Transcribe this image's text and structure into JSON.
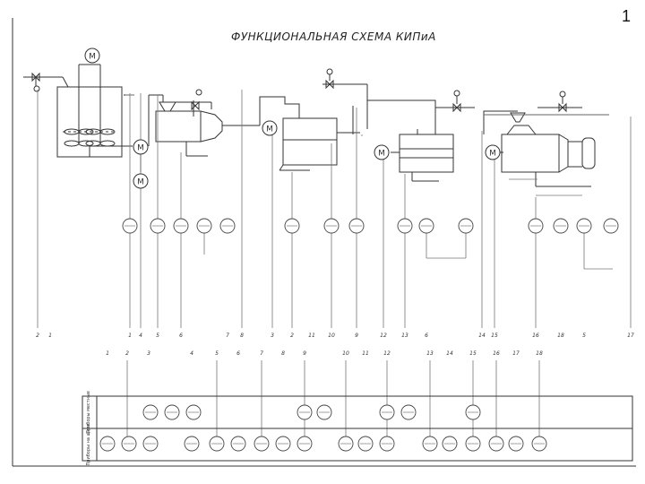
{
  "page_number": "1",
  "title": "ФУНКЦИОНАЛЬНАЯ СХЕМА КИПиА",
  "motor_symbol": "M",
  "upper_line_numbers": [
    "2",
    "1",
    "1",
    "4",
    "5",
    "6",
    "7",
    "8",
    "3",
    "2",
    "11",
    "10",
    "9",
    "12",
    "13",
    "6",
    "14",
    "15",
    "16",
    "18",
    "5",
    "17"
  ],
  "lower_line_numbers": [
    "1",
    "2",
    "3",
    "4",
    "5",
    "6",
    "7",
    "8",
    "9",
    "10",
    "11",
    "12",
    "13",
    "14",
    "15",
    "16",
    "17",
    "18"
  ],
  "table_labels": {
    "row1": "Приборы местные",
    "row2": "Приборы на щите"
  }
}
